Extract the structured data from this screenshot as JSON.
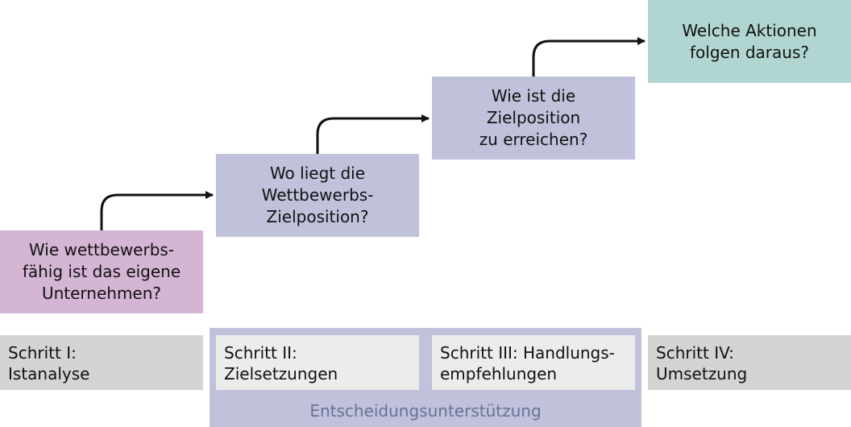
{
  "questions": [
    {
      "text": "Wie wettbewerbs-\nfähig ist das eigene\nUnternehmen?",
      "color": "#d4b5d3"
    },
    {
      "text": "Wo liegt die\nWettbewerbs-\nZielposition?",
      "color": "#bfc2da"
    },
    {
      "text": "Wie ist die\nZielposition\nzu erreichen?",
      "color": "#bfc2da"
    },
    {
      "text": "Welche Aktionen\nfolgen daraus?",
      "color": "#b1d5d1"
    }
  ],
  "steps": [
    {
      "text": "Schritt I:\nIstanalyse"
    },
    {
      "text": "Schritt II:\nZielsetzungen"
    },
    {
      "text": "Schritt III: Handlungs-\nempfehlungen"
    },
    {
      "text": "Schritt IV:\nUmsetzung"
    }
  ],
  "support": {
    "label": "Entscheidungsunterstützung",
    "color": "#bfc2da"
  }
}
